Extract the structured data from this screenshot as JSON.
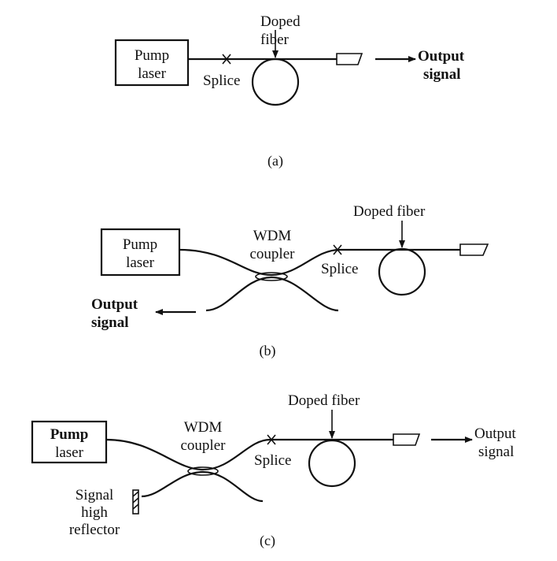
{
  "panels": [
    {
      "caption": "(a)",
      "pump": [
        "Pump",
        "laser"
      ],
      "splice": "Splice",
      "doped_fiber": [
        "Doped",
        "fiber"
      ],
      "output": [
        "Output",
        "signal"
      ]
    },
    {
      "caption": "(b)",
      "pump": [
        "Pump",
        "laser"
      ],
      "coupler": [
        "WDM",
        "coupler"
      ],
      "splice": "Splice",
      "doped_fiber": [
        "Doped fiber"
      ],
      "output": [
        "Output",
        "signal"
      ]
    },
    {
      "caption": "(c)",
      "pump": [
        "Pump",
        "laser"
      ],
      "coupler": [
        "WDM",
        "coupler"
      ],
      "splice": "Splice",
      "doped_fiber": [
        "Doped fiber"
      ],
      "output": [
        "Output",
        "signal"
      ],
      "reflector": [
        "Signal",
        "high",
        "reflector"
      ]
    }
  ]
}
